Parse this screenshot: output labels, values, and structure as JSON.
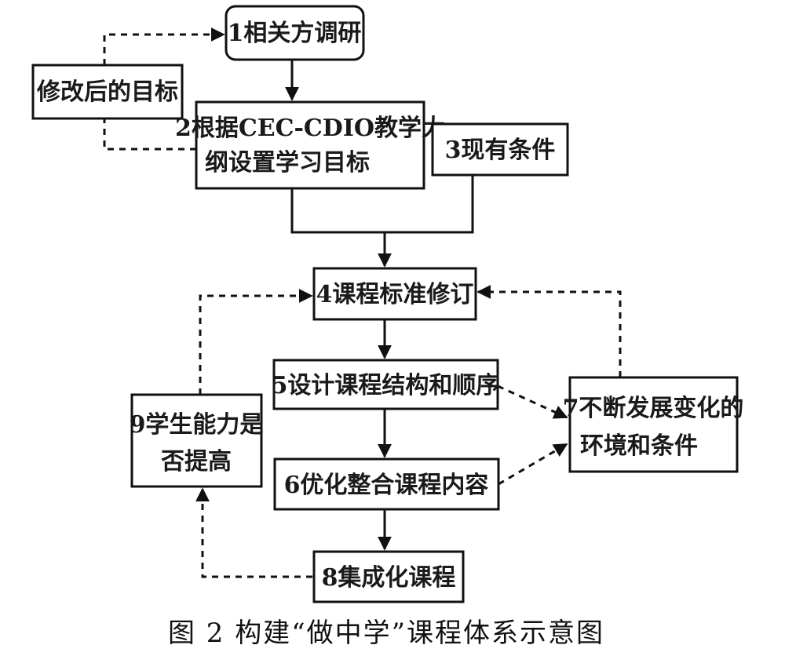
{
  "nodes": {
    "n1": "1相关方调研",
    "n2_line1": "2根据CEC-CDIO教学大",
    "n2_line2": "纲设置学习目标",
    "n3": "3现有条件",
    "n4": "4课程标准修订",
    "n5": "5设计课程结构和顺序",
    "n6": "6优化整合课程内容",
    "n7_line1": "7不断发展变化的",
    "n7_line2": "环境和条件",
    "n8": "8集成化课程",
    "n9_line1": "9学生能力是",
    "n9_line2": "否提高",
    "revised": "修改后的目标"
  },
  "caption": "图 2  构建“做中学”课程体系示意图"
}
